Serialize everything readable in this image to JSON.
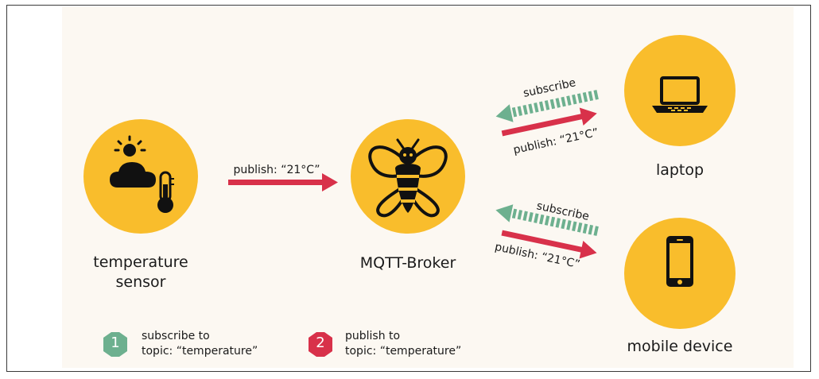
{
  "nodes": {
    "sensor": {
      "label_line1": "temperature",
      "label_line2": "sensor",
      "icon": "weather-sensor-icon"
    },
    "broker": {
      "label": "MQTT-Broker",
      "icon": "bee-icon"
    },
    "laptop": {
      "label": "laptop",
      "icon": "laptop-icon"
    },
    "mobile": {
      "label": "mobile device",
      "icon": "smartphone-icon"
    }
  },
  "arrows": {
    "sensor_to_broker": {
      "text": "publish: “21°C”"
    },
    "broker_to_laptop": {
      "text": "publish: “21°C”"
    },
    "laptop_to_broker": {
      "text": "subscribe"
    },
    "mobile_to_broker": {
      "text": "subscribe"
    },
    "broker_to_mobile": {
      "text": "publish: “21°C”"
    }
  },
  "legend": [
    {
      "number": "1",
      "line1": "subscribe to",
      "line2": "topic: “temperature”",
      "color": "#6db08f"
    },
    {
      "number": "2",
      "line1": "publish to",
      "line2": "topic: “temperature”",
      "color": "#d8314a"
    }
  ],
  "colors": {
    "circle": "#f9bd2c",
    "publish_arrow": "#d8314a",
    "subscribe_arrow": "#6db08f",
    "icon": "#111111"
  }
}
